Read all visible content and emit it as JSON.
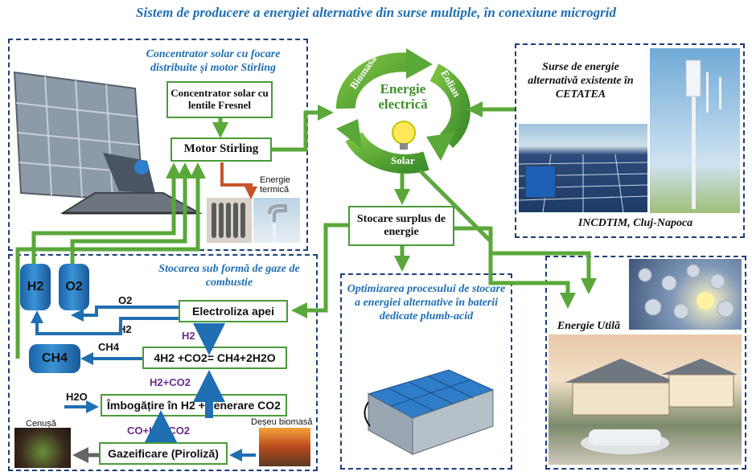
{
  "title": "Sistem de producere a energiei alternative din surse multiple, în conexiune microgrid",
  "panels": {
    "solar_concentrator": {
      "heading": "Concentrator solar cu  focare distribuite și motor Stirling",
      "fresnel_box": "Concentrator solar cu lentile Fresnel",
      "stirling_box": "Motor Stirling",
      "thermal_label": "Energie termică"
    },
    "gas_storage": {
      "heading": "Stocarea sub formă de gaze de combustie",
      "electrolysis_box": "Electroliza apei",
      "methanation_box": "4H2 +CO2= CH4+2H2O",
      "enrichment_box": "Îmbogățire în H2 +Generare CO2",
      "gasification_box": "Gazeificare (Piroliză)",
      "tank_h2": "H2",
      "tank_o2": "O2",
      "tank_ch4": "CH4",
      "label_o2": "O2",
      "label_h2": "H2",
      "label_ch4": "CH4",
      "purple_h2": "H2",
      "purple_h2_co2": "H2+CO2",
      "purple_co_h2_co2": "CO+H2+CO2",
      "label_h2o": "H2O",
      "ash_label": "Cenușă",
      "biomass_waste_label": "Deșeu biomasă"
    },
    "existing_sources": {
      "heading": "Surse de energie alternativă existente în CETATEA",
      "location": "INCDTIM, Cluj-Napoca"
    },
    "battery": {
      "heading": "Optimizarea procesului de stocare a energiei alternative în baterii dedicate plumb-acid"
    },
    "useful_energy": {
      "heading": "Energie Utilă"
    }
  },
  "center": {
    "energy_label": "Energie electrică",
    "biomass": "Biomasă",
    "wind": "Eolian",
    "solar": "Solar",
    "storage_box": "Stocare surplus de energie"
  },
  "colors": {
    "green": "#5aa83a",
    "blue": "#1f6fb2",
    "navy": "#1d3f7a",
    "purple": "#6a2c8a",
    "orange": "#c8552a"
  }
}
